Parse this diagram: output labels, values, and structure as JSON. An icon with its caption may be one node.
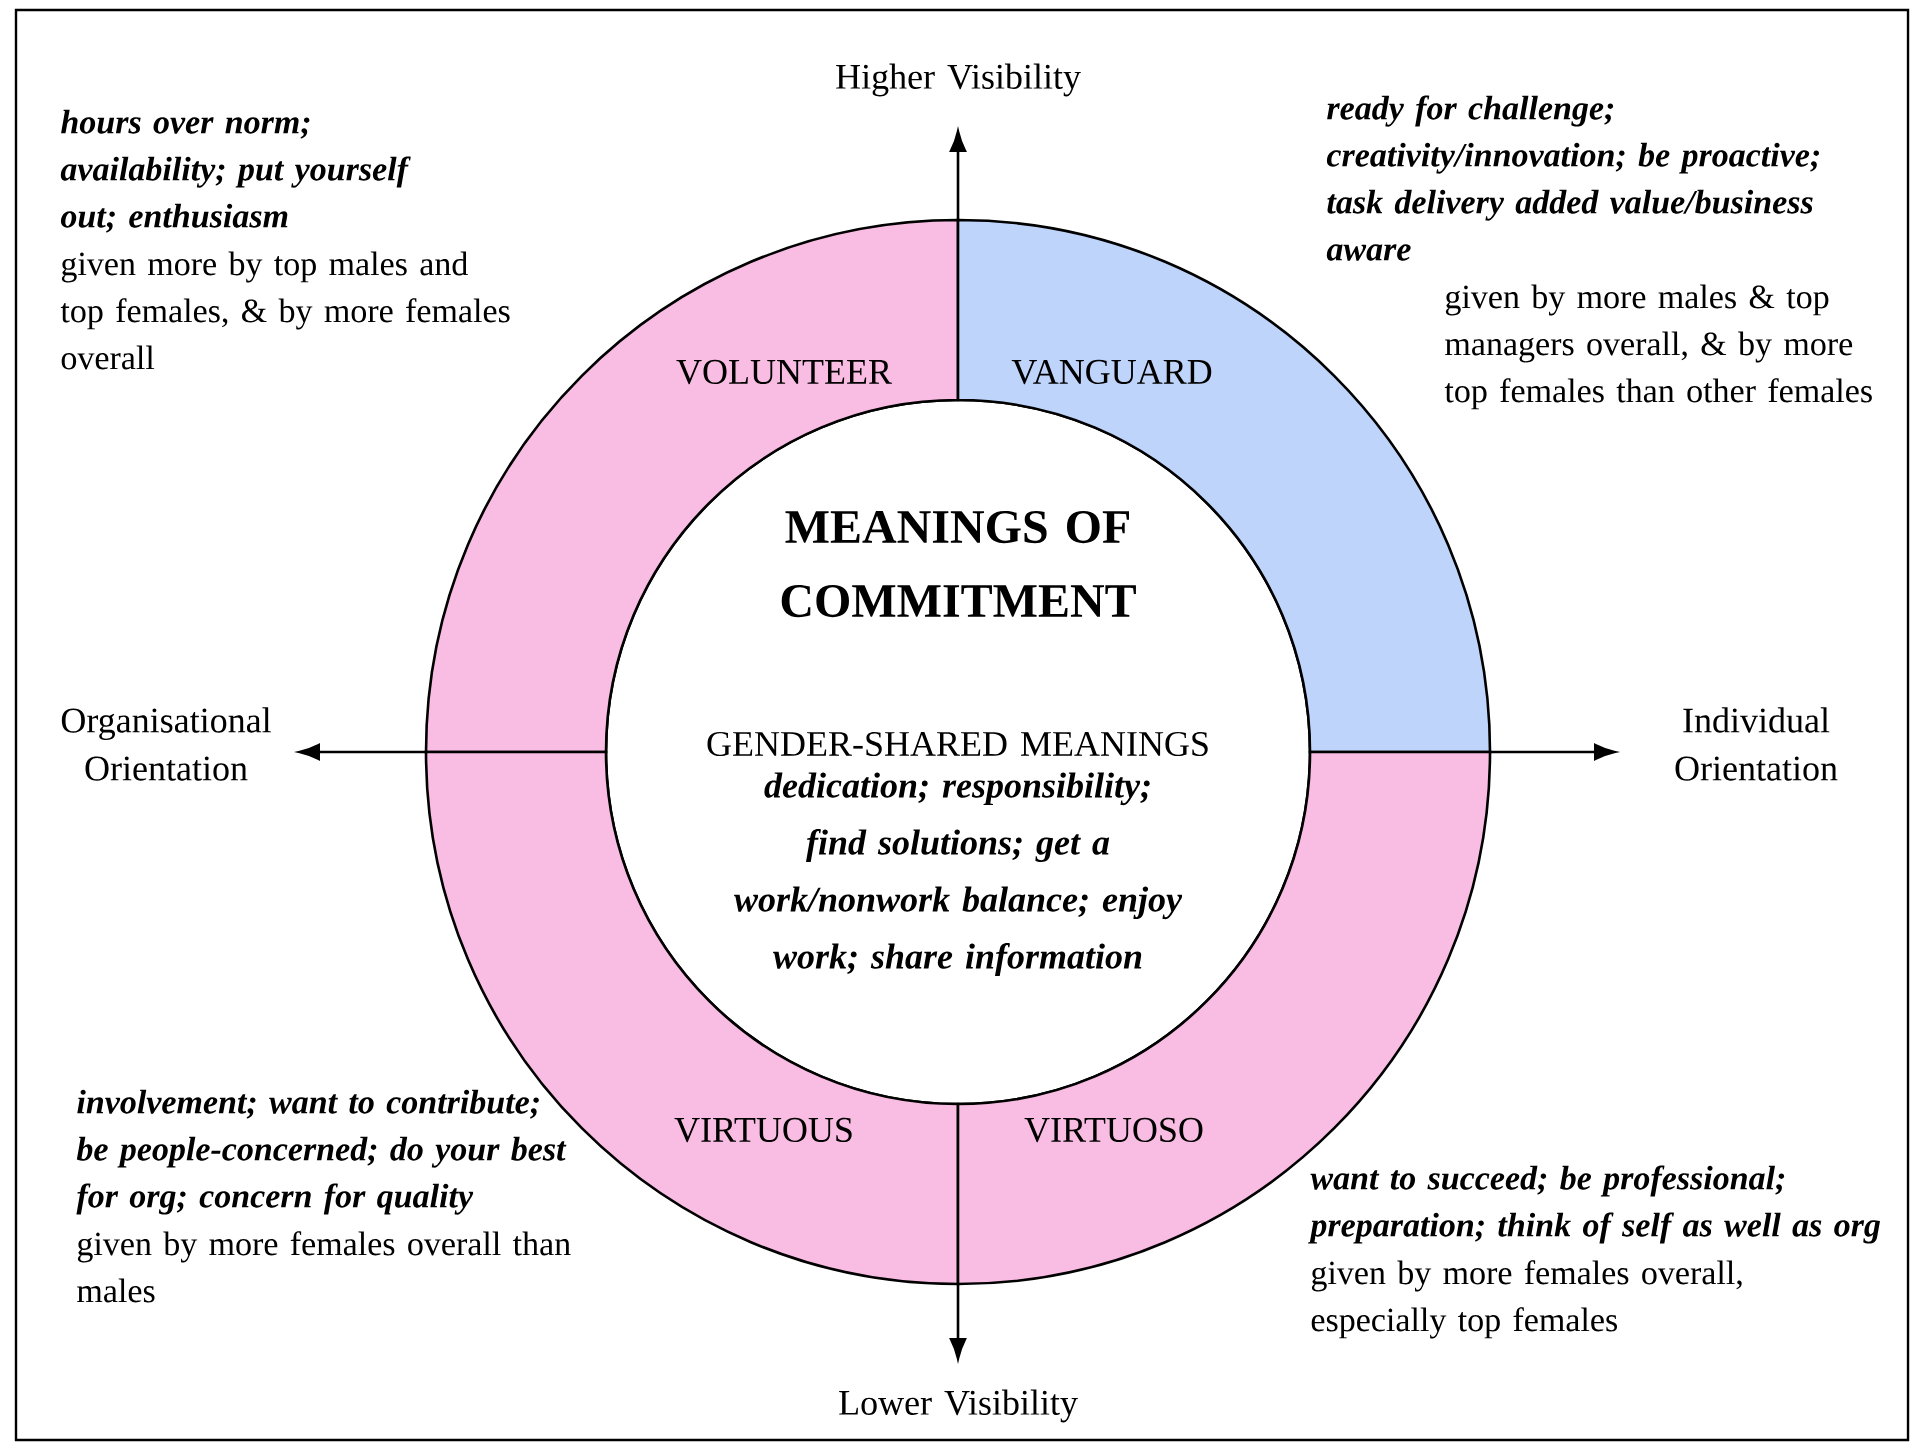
{
  "diagram": {
    "nodes": [
      {
        "text": [
          "VOLUNTEER"
        ],
        "beside": [
          "hours over norm; availability; put yourself out; enthusiasm",
          "given more by  top males and top females, & by more females overall"
        ]
      },
      {
        "text": [
          "VANGUARD"
        ],
        "beside": [
          "ready for challenge; creativity/innovation; be proactive; task delivery added value/business aware",
          "given by more males  & top managers overall, & by more top females than other females"
        ]
      },
      {
        "text": [
          "MEANINGS OF COMMITMENT",
          "GENDER-SHARED MEANINGS",
          "dedication; responsibility; find solutions; get a work/nonwork balance; enjoy work; share information"
        ]
      },
      {
        "text": [
          "VIRTUOUS"
        ],
        "beside": [
          "involvement; want to contribute; be people-concerned; do your best for org; concern for quality",
          "given by more females overall  than males"
        ]
      },
      {
        "text": [
          "VIRTUOSO"
        ],
        "beside": [
          "want to succeed; be professional; preparation; think of self as well as org",
          "given by more females overall, especially top females"
        ]
      }
    ],
    "labels": [
      "Higher Visibility",
      "Organisational Orientation",
      "Individual Orientation",
      "Lower Visibility"
    ]
  }
}
